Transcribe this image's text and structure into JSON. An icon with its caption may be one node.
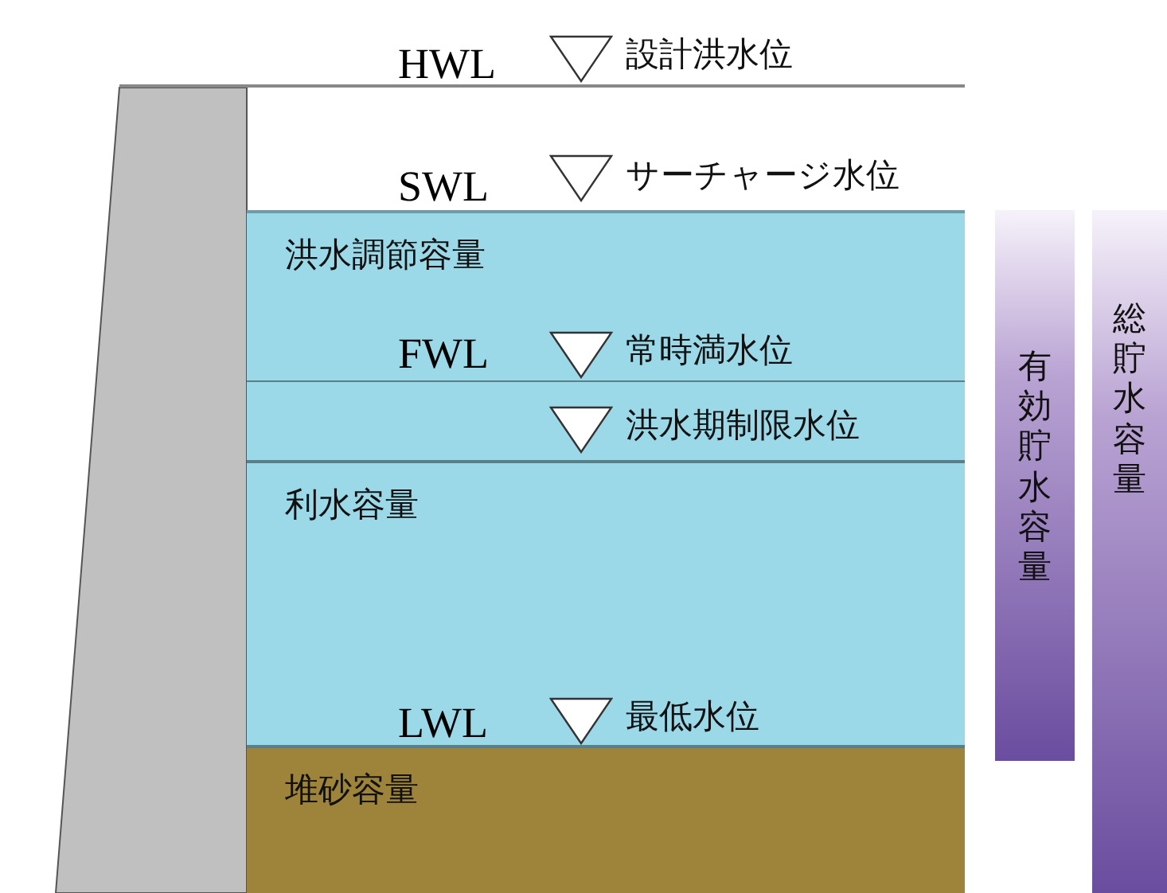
{
  "diagram": {
    "nodes": [
      {
        "text": [
          "洪水調節容量"
        ]
      },
      {
        "text": [
          "利水容量"
        ]
      },
      {
        "text": [
          "堆砂容量"
        ]
      },
      {
        "text": [
          "有効貯水容量"
        ]
      },
      {
        "text": [
          "総貯水容量"
        ]
      }
    ],
    "labels": [
      "HWL",
      "設計洪水位",
      "SWL",
      "サーチャージ水位",
      "FWL",
      "常時満水位",
      "洪水期制限水位",
      "LWL",
      "最低水位"
    ]
  }
}
